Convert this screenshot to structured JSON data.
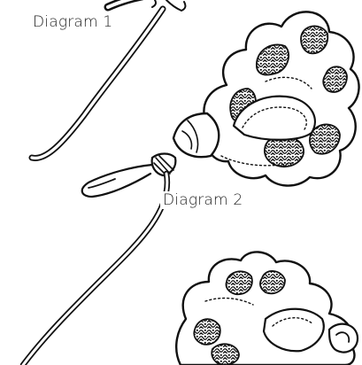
{
  "figure": {
    "captions": {
      "diagram_1": "Diagram 1",
      "diagram_2": "Diagram 2"
    },
    "ink_color": "#111111",
    "paper_color": "#ffffff",
    "items": [
      {
        "name": "flower-with-stem-illustration",
        "caption_key": "diagram_1"
      },
      {
        "name": "flower-with-cord-illustration",
        "caption_key": "diagram_2"
      },
      {
        "name": "flower-partial-illustration"
      }
    ]
  }
}
